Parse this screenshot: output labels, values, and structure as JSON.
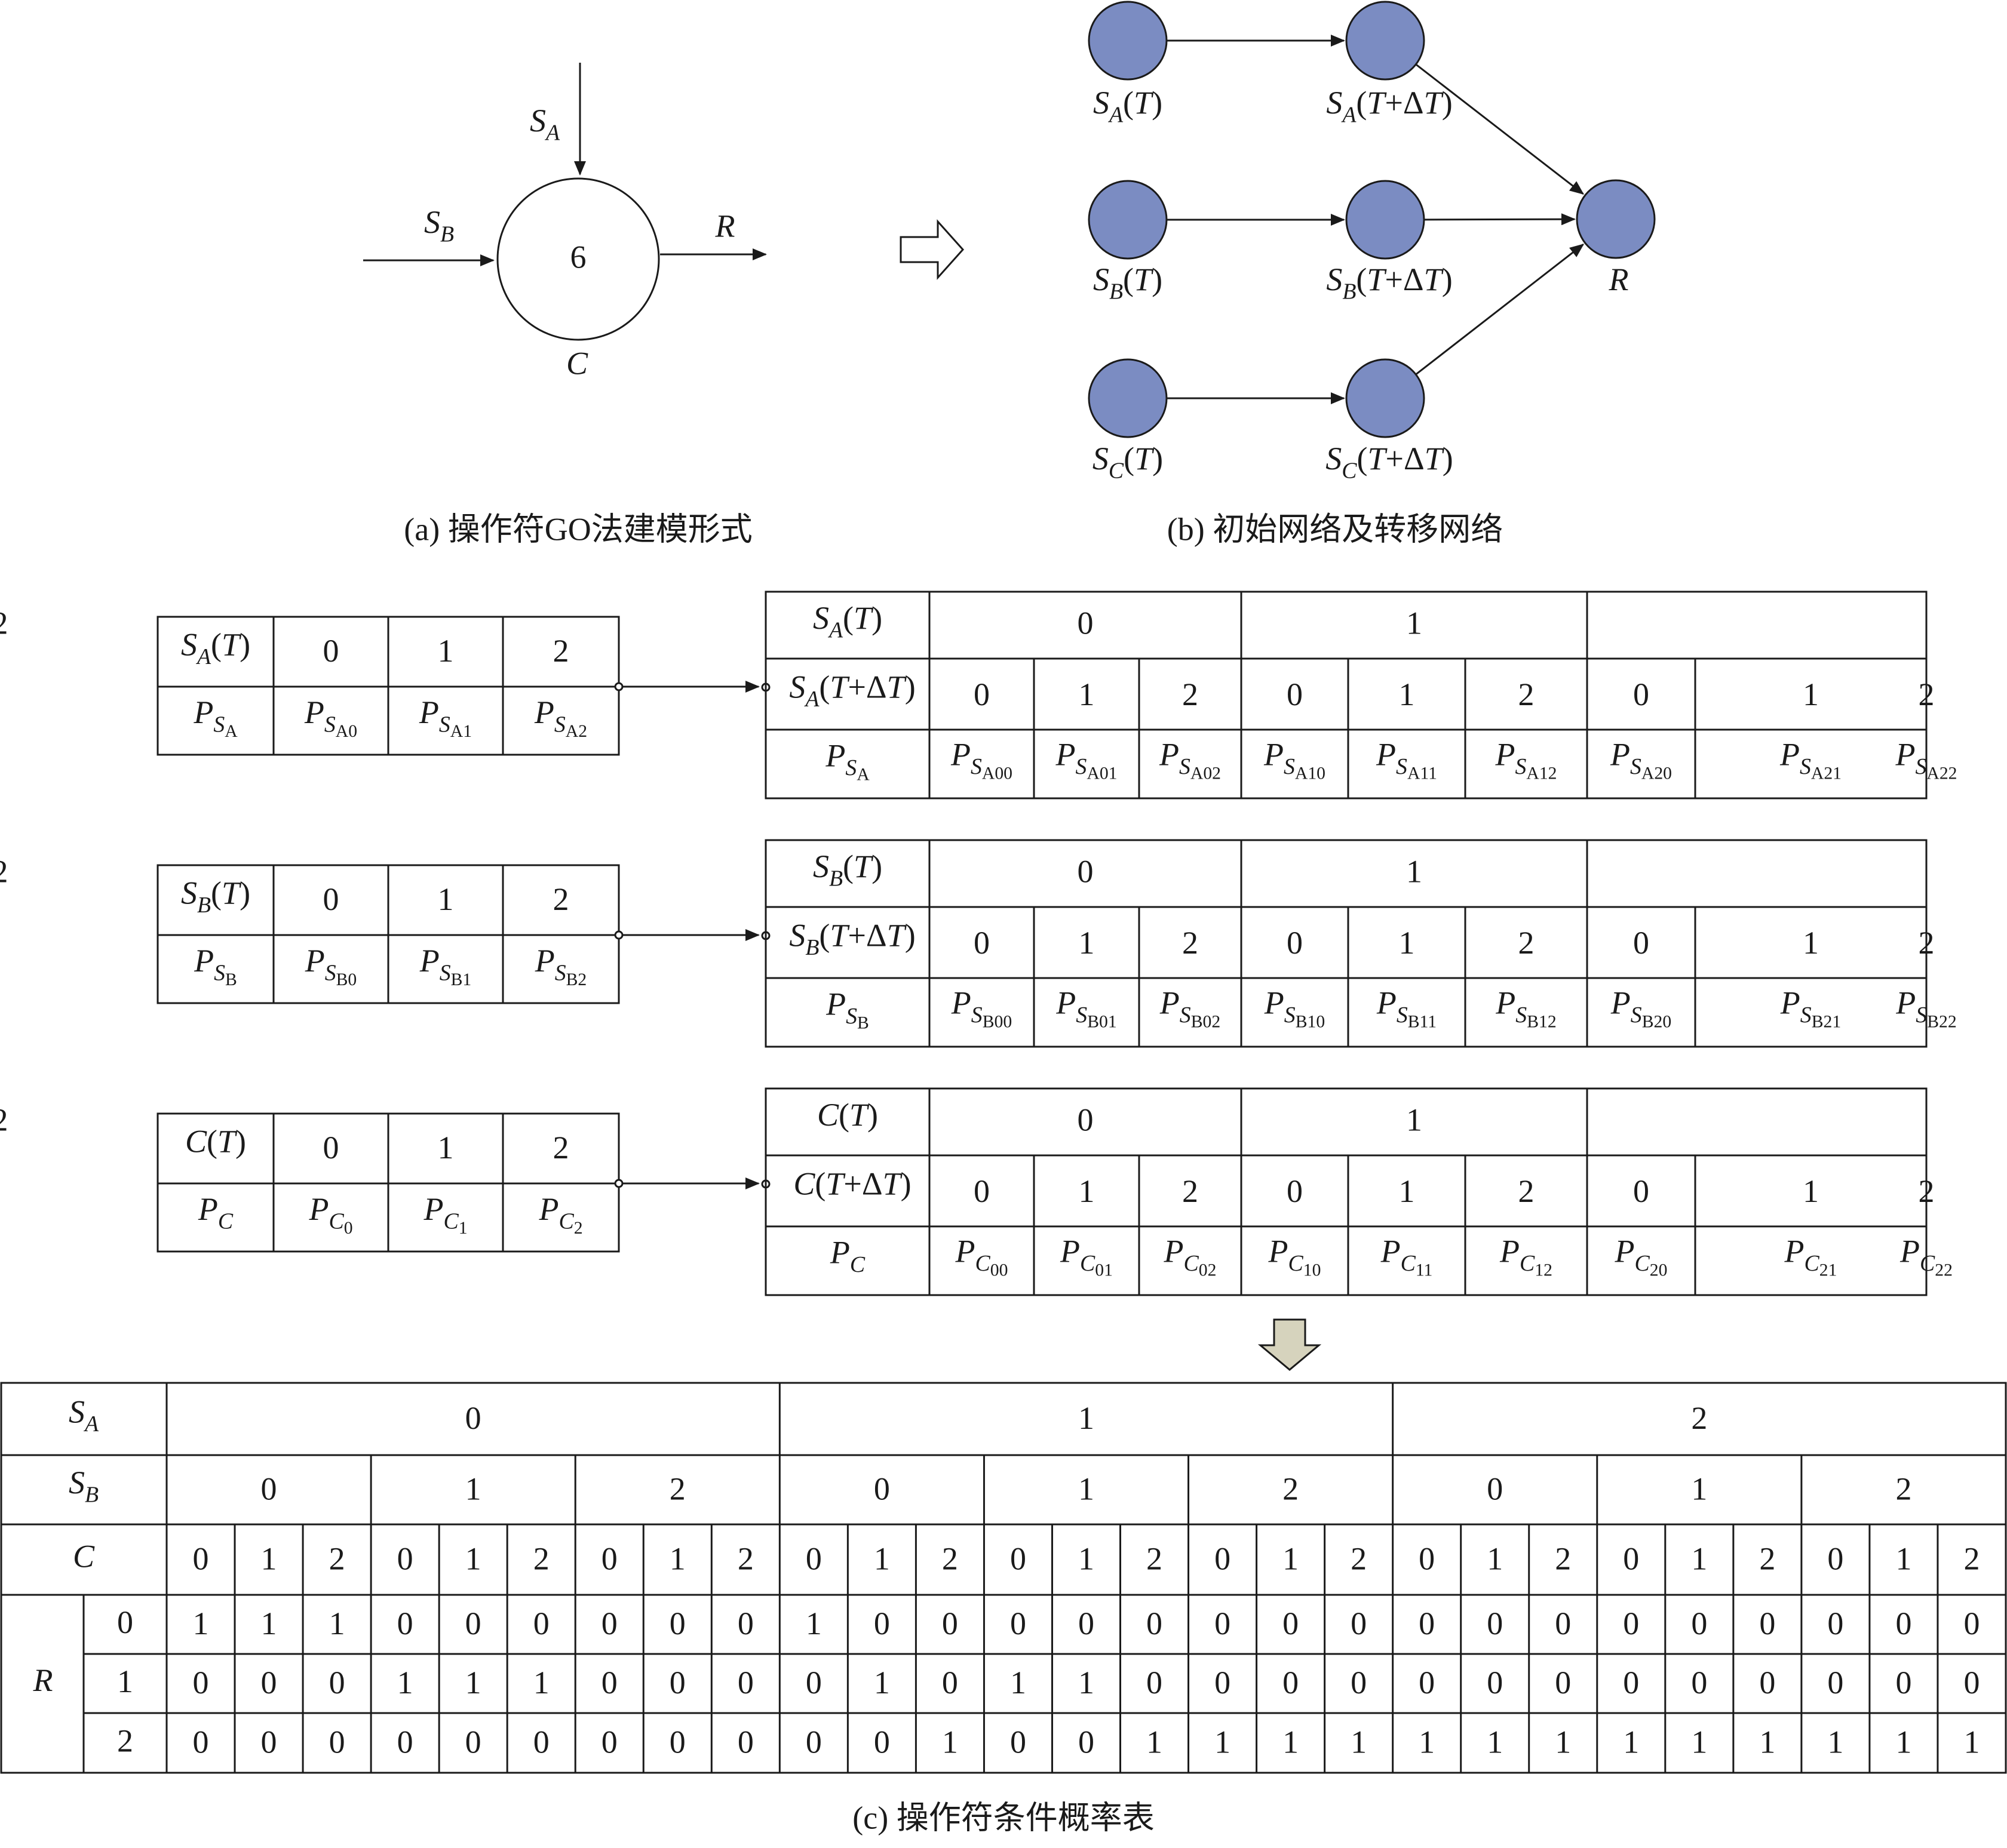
{
  "colors": {
    "node_fill": "#7b8cc2",
    "node_stroke": "#1a1a1a",
    "line": "#1a1a1a",
    "down_arrow_fill": "#d6d3bd"
  },
  "panel_a": {
    "caption": "(a) 操作符GO法建模形式",
    "operator_number": "6",
    "input_a": {
      "main": "S",
      "sub": "A"
    },
    "input_b": {
      "main": "S",
      "sub": "B"
    },
    "output": "R",
    "condition": "C"
  },
  "panel_b": {
    "caption": "(b) 初始网络及转移网络",
    "nodes": [
      {
        "main": "S",
        "sub": "A",
        "arg": "(T)"
      },
      {
        "main": "S",
        "sub": "A",
        "arg": "(T+ΔT)"
      },
      {
        "main": "S",
        "sub": "B",
        "arg": "(T)"
      },
      {
        "main": "S",
        "sub": "B",
        "arg": "(T+ΔT)"
      },
      {
        "main": "S",
        "sub": "C",
        "arg": "(T)"
      },
      {
        "main": "S",
        "sub": "C",
        "arg": "(T+ΔT)"
      },
      {
        "main": "R",
        "sub": "",
        "arg": ""
      }
    ]
  },
  "panel_c": {
    "caption": "(c) 操作符条件概率表",
    "header_sa": {
      "main": "S",
      "sub": "A"
    },
    "header_sb": {
      "main": "S",
      "sub": "B"
    },
    "header_c": "C",
    "header_r": "R",
    "states": [
      "0",
      "1",
      "2"
    ],
    "r_rows": [
      [
        "1",
        "1",
        "1",
        "0",
        "0",
        "0",
        "0",
        "0",
        "0",
        "1",
        "0",
        "0",
        "0",
        "0",
        "0",
        "0",
        "0",
        "0",
        "0",
        "0",
        "0",
        "0",
        "0",
        "0",
        "0",
        "0",
        "0"
      ],
      [
        "0",
        "0",
        "0",
        "1",
        "1",
        "1",
        "0",
        "0",
        "0",
        "0",
        "1",
        "0",
        "1",
        "1",
        "0",
        "0",
        "0",
        "0",
        "0",
        "0",
        "0",
        "0",
        "0",
        "0",
        "0",
        "0",
        "0"
      ],
      [
        "0",
        "0",
        "0",
        "0",
        "0",
        "0",
        "0",
        "0",
        "0",
        "0",
        "0",
        "1",
        "0",
        "0",
        "1",
        "1",
        "1",
        "1",
        "1",
        "1",
        "1",
        "1",
        "1",
        "1",
        "1",
        "1",
        "1"
      ]
    ]
  },
  "state_tables": [
    {
      "small_header": {
        "main": "S",
        "sub": "A",
        "arg": "(T)"
      },
      "small_prob": {
        "main": "P",
        "sub": "S",
        "subsub": "A"
      },
      "small_probs": [
        {
          "sub": "S",
          "subsub": "A0"
        },
        {
          "sub": "S",
          "subsub": "A1"
        },
        {
          "sub": "S",
          "subsub": "A2"
        }
      ],
      "big_header1": {
        "main": "S",
        "sub": "A",
        "arg": "(T)"
      },
      "big_header2": {
        "main": "S",
        "sub": "A",
        "arg": "(T+ΔT)"
      },
      "big_probs": [
        {
          "sub": "S",
          "subsub": "A00"
        },
        {
          "sub": "S",
          "subsub": "A01"
        },
        {
          "sub": "S",
          "subsub": "A02"
        },
        {
          "sub": "S",
          "subsub": "A10"
        },
        {
          "sub": "S",
          "subsub": "A11"
        },
        {
          "sub": "S",
          "subsub": "A12"
        },
        {
          "sub": "S",
          "subsub": "A20"
        },
        {
          "sub": "S",
          "subsub": "A21"
        },
        {
          "sub": "S",
          "subsub": "A22"
        }
      ]
    },
    {
      "small_header": {
        "main": "S",
        "sub": "B",
        "arg": "(T)"
      },
      "small_prob": {
        "main": "P",
        "sub": "S",
        "subsub": "B"
      },
      "small_probs": [
        {
          "sub": "S",
          "subsub": "B0"
        },
        {
          "sub": "S",
          "subsub": "B1"
        },
        {
          "sub": "S",
          "subsub": "B2"
        }
      ],
      "big_header1": {
        "main": "S",
        "sub": "B",
        "arg": "(T)"
      },
      "big_header2": {
        "main": "S",
        "sub": "B",
        "arg": "(T+ΔT)"
      },
      "big_probs": [
        {
          "sub": "S",
          "subsub": "B00"
        },
        {
          "sub": "S",
          "subsub": "B01"
        },
        {
          "sub": "S",
          "subsub": "B02"
        },
        {
          "sub": "S",
          "subsub": "B10"
        },
        {
          "sub": "S",
          "subsub": "B11"
        },
        {
          "sub": "S",
          "subsub": "B12"
        },
        {
          "sub": "S",
          "subsub": "B20"
        },
        {
          "sub": "S",
          "subsub": "B21"
        },
        {
          "sub": "S",
          "subsub": "B22"
        }
      ]
    },
    {
      "small_header": {
        "main": "C",
        "sub": "",
        "arg": "(T)"
      },
      "small_prob": {
        "main": "P",
        "sub": "C",
        "subsub": ""
      },
      "small_probs": [
        {
          "sub": "C",
          "subsub": "0"
        },
        {
          "sub": "C",
          "subsub": "1"
        },
        {
          "sub": "C",
          "subsub": "2"
        }
      ],
      "big_header1": {
        "main": "C",
        "sub": "",
        "arg": "(T)"
      },
      "big_header2": {
        "main": "C",
        "sub": "",
        "arg": "(T+ΔT)"
      },
      "big_probs": [
        {
          "sub": "C",
          "subsub": "00"
        },
        {
          "sub": "C",
          "subsub": "01"
        },
        {
          "sub": "C",
          "subsub": "02"
        },
        {
          "sub": "C",
          "subsub": "10"
        },
        {
          "sub": "C",
          "subsub": "11"
        },
        {
          "sub": "C",
          "subsub": "12"
        },
        {
          "sub": "C",
          "subsub": "20"
        },
        {
          "sub": "C",
          "subsub": "21"
        },
        {
          "sub": "C",
          "subsub": "22"
        }
      ]
    }
  ]
}
